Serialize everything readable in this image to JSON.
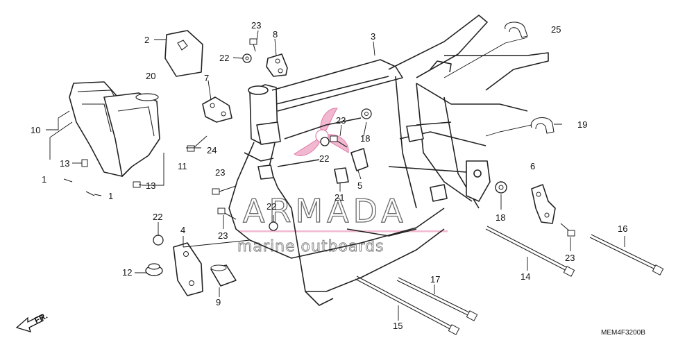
{
  "diagram": {
    "code": "MEM4F3200B",
    "direction": "FR.",
    "watermark": {
      "brand": "ARMADA",
      "tagline": "marine outboards"
    },
    "callouts": [
      {
        "id": "c2",
        "text": "2"
      },
      {
        "id": "c20",
        "text": "20"
      },
      {
        "id": "c23a",
        "text": "23"
      },
      {
        "id": "c8",
        "text": "8"
      },
      {
        "id": "c22a",
        "text": "22"
      },
      {
        "id": "c3",
        "text": "3"
      },
      {
        "id": "c25",
        "text": "25"
      },
      {
        "id": "c7",
        "text": "7"
      },
      {
        "id": "c10",
        "text": "10"
      },
      {
        "id": "c23b",
        "text": "23"
      },
      {
        "id": "c18a",
        "text": "18"
      },
      {
        "id": "c22b",
        "text": "22"
      },
      {
        "id": "c19",
        "text": "19"
      },
      {
        "id": "c24",
        "text": "24"
      },
      {
        "id": "c11",
        "text": "11"
      },
      {
        "id": "c13a",
        "text": "13"
      },
      {
        "id": "c1a",
        "text": "1"
      },
      {
        "id": "c13b",
        "text": "13"
      },
      {
        "id": "c1b",
        "text": "1"
      },
      {
        "id": "c23c",
        "text": "23"
      },
      {
        "id": "c5",
        "text": "5"
      },
      {
        "id": "c21",
        "text": "21"
      },
      {
        "id": "c6",
        "text": "6"
      },
      {
        "id": "c22c",
        "text": "22"
      },
      {
        "id": "c18b",
        "text": "18"
      },
      {
        "id": "c23d",
        "text": "23"
      },
      {
        "id": "c22d",
        "text": "22"
      },
      {
        "id": "c4",
        "text": "4"
      },
      {
        "id": "c16",
        "text": "16"
      },
      {
        "id": "c23e",
        "text": "23"
      },
      {
        "id": "c12",
        "text": "12"
      },
      {
        "id": "c14",
        "text": "14"
      },
      {
        "id": "c17",
        "text": "17"
      },
      {
        "id": "c9",
        "text": "9"
      },
      {
        "id": "c15",
        "text": "15"
      }
    ]
  }
}
